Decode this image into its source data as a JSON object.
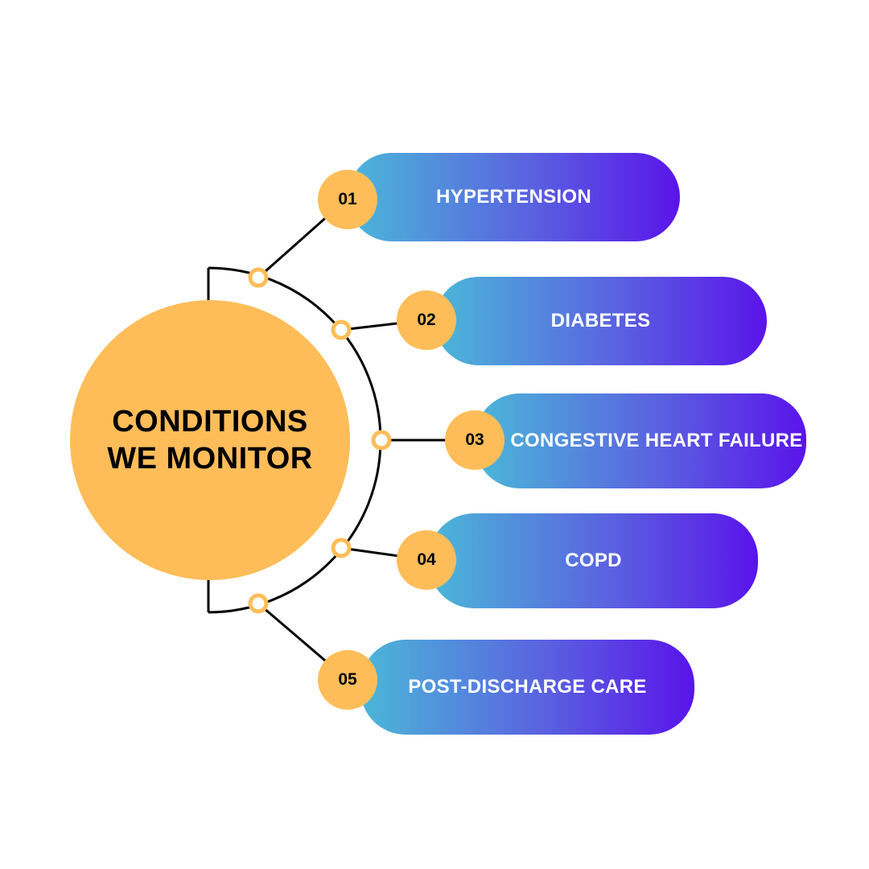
{
  "hub": {
    "title": "CONDITIONS WE MONITOR"
  },
  "items": [
    {
      "number": "01",
      "label": "HYPERTENSION"
    },
    {
      "number": "02",
      "label": "DIABETES"
    },
    {
      "number": "03",
      "label": "CONGESTIVE HEART FAILURE"
    },
    {
      "number": "04",
      "label": "COPD"
    },
    {
      "number": "05",
      "label": "POST-DISCHARGE CARE"
    }
  ],
  "colors": {
    "hub": "#ffbd59",
    "badge": "#ffbd59",
    "pill_start": "#4bb8d8",
    "pill_end": "#5a14ea",
    "line": "#000000",
    "node_ring": "#ffbd59"
  }
}
